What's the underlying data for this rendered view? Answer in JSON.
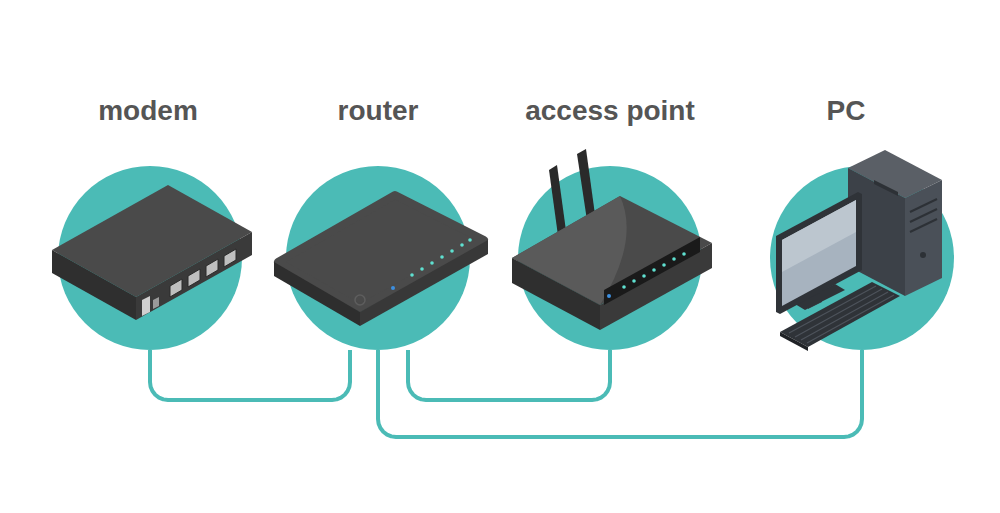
{
  "diagram": {
    "nodes": [
      {
        "text": [
          "modem"
        ]
      },
      {
        "text": [
          "router"
        ]
      },
      {
        "text": [
          "access point"
        ]
      },
      {
        "text": [
          "PC"
        ]
      }
    ],
    "edges": [
      {
        "from": 0,
        "to": 1,
        "arrow": "none"
      },
      {
        "from": 1,
        "to": 2,
        "arrow": "none"
      },
      {
        "from": 1,
        "to": 3,
        "arrow": "none"
      }
    ]
  }
}
